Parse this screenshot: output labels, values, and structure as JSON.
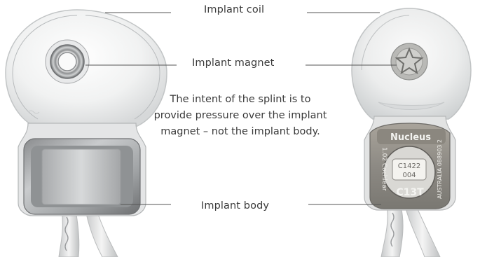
{
  "labels": {
    "coil": "Implant coil",
    "magnet": "Implant magnet",
    "body": "Implant body"
  },
  "note": {
    "line1": "The intent of the splint is to",
    "line2": "provide pressure over the implant",
    "line3": "magnet – not the implant body."
  },
  "right_implant": {
    "brand": "Nucleus",
    "model": "C13T",
    "chip_line1": "C1422",
    "chip_line2": "004",
    "side_left": "1.02  Cochlear",
    "side_right": "AUSTRALIA  088903 2"
  }
}
